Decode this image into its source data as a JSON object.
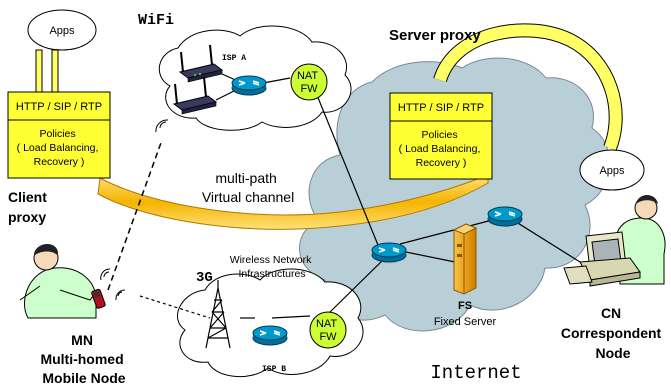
{
  "colors": {
    "cloud_fill": "#b8cfd8",
    "proxy_fill": "#ffff33",
    "tunnel_fill": "#f5b400",
    "tunnel_fill_light": "#ffe07a",
    "router_fill": "#0099cc",
    "nat_fill": "#ccff33",
    "server_fill": "#f2a31a",
    "person_fill": "#ccffcc",
    "black": "#000000"
  },
  "labels": {
    "wifi": "WiFi",
    "isp_a": "ISP A",
    "server_proxy": "Server proxy",
    "apps_left": "Apps",
    "apps_right": "Apps",
    "proto_left": "HTTP / SIP / RTP",
    "policies_left": [
      "Policies",
      "( Load Balancing,",
      "Recovery )"
    ],
    "proto_right": "HTTP / SIP / RTP",
    "policies_right": [
      "Policies",
      "( Load Balancing,",
      "Recovery )"
    ],
    "nat_top": [
      "NAT",
      "FW"
    ],
    "nat_bottom": [
      "NAT",
      "FW"
    ],
    "client_proxy": [
      "Client",
      "proxy"
    ],
    "multipath": [
      "multi-path",
      "Virtual channel"
    ],
    "g3": "3G",
    "wireless": [
      "Wireless Network",
      "Infrastructures"
    ],
    "fs": "FS",
    "fixed_server": "Fixed Server",
    "mn": [
      "MN",
      "Multi-homed",
      "Mobile Node"
    ],
    "isp_b": "ISP B",
    "internet": "Internet",
    "cn": [
      "CN",
      "Correspondent",
      "Node"
    ]
  }
}
